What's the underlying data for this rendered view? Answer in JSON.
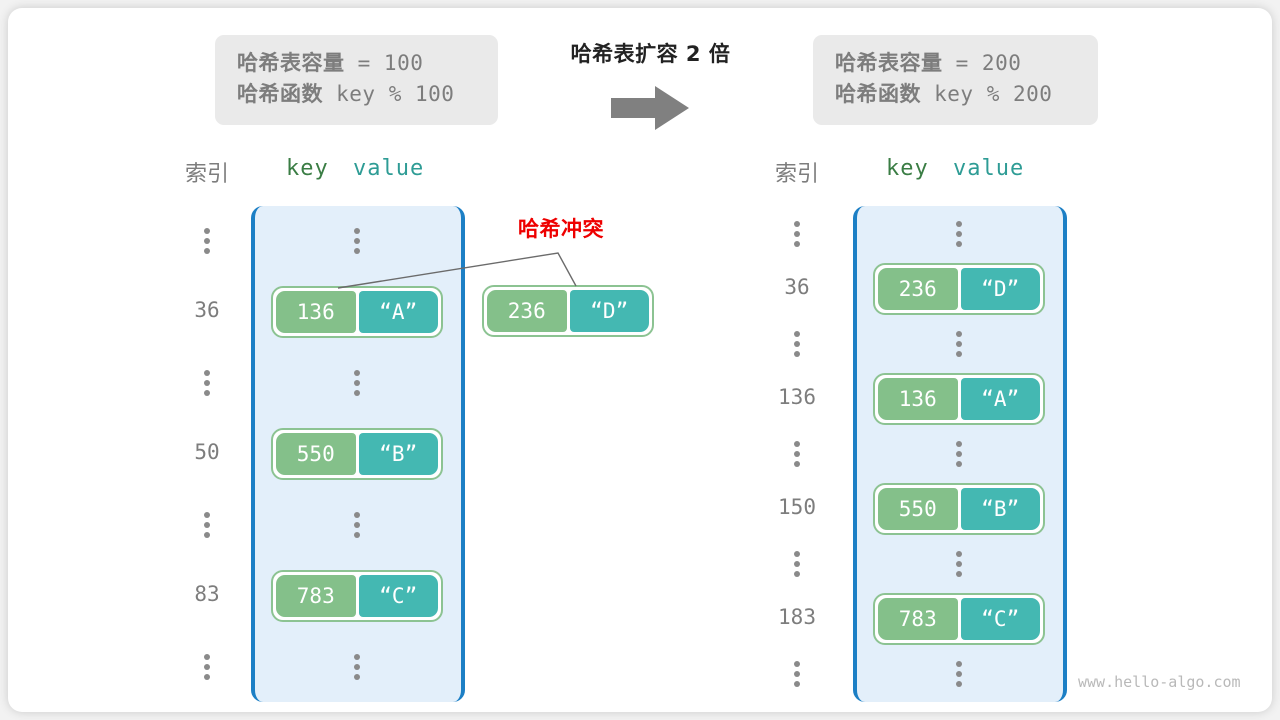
{
  "caption": "哈希表扩容 2 倍",
  "watermark": "www.hello-algo.com",
  "collision_label": "哈希冲突",
  "colors": {
    "background": "#f2f2f2",
    "card": "#ffffff",
    "info_box": "#eaeaea",
    "info_text": "#7d7d7d",
    "frame_border": "#1c7fc5",
    "frame_fill": "#e3effa",
    "key_box": "#84c08a",
    "value_box": "#44b8b2",
    "pair_border": "#8cc392",
    "key_word": "#3a7d44",
    "value_word": "#2e9c95",
    "index_text": "#7d7d7d",
    "collision": "#ee0000",
    "arrow": "#808080",
    "watermark": "#b9b9b9"
  },
  "info_left": {
    "capacity_label": "哈希表容量",
    "capacity_value": " = 100",
    "function_label": "哈希函数",
    "function_value": " key % 100"
  },
  "info_right": {
    "capacity_label": "哈希表容量",
    "capacity_value": " = 200",
    "function_label": "哈希函数",
    "function_value": " key % 200"
  },
  "headers": {
    "index": "索引",
    "key": "key",
    "value": "value"
  },
  "left_table": {
    "capacity": 100,
    "rows": [
      {
        "type": "dots",
        "index": "⋮"
      },
      {
        "type": "entry",
        "index": "36",
        "key": "136",
        "value": "“A”"
      },
      {
        "type": "dots",
        "index": "⋮"
      },
      {
        "type": "entry",
        "index": "50",
        "key": "550",
        "value": "“B”"
      },
      {
        "type": "dots",
        "index": "⋮"
      },
      {
        "type": "entry",
        "index": "83",
        "key": "783",
        "value": "“C”"
      },
      {
        "type": "dots",
        "index": "⋮"
      }
    ]
  },
  "colliding_entry": {
    "key": "236",
    "value": "“D”"
  },
  "right_table": {
    "capacity": 200,
    "rows": [
      {
        "type": "dots",
        "index": "⋮"
      },
      {
        "type": "entry",
        "index": "36",
        "key": "236",
        "value": "“D”"
      },
      {
        "type": "dots",
        "index": "⋮"
      },
      {
        "type": "entry",
        "index": "136",
        "key": "136",
        "value": "“A”"
      },
      {
        "type": "dots",
        "index": "⋮"
      },
      {
        "type": "entry",
        "index": "150",
        "key": "550",
        "value": "“B”"
      },
      {
        "type": "dots",
        "index": "⋮"
      },
      {
        "type": "entry",
        "index": "183",
        "key": "783",
        "value": "“C”"
      },
      {
        "type": "dots",
        "index": "⋮"
      }
    ]
  }
}
